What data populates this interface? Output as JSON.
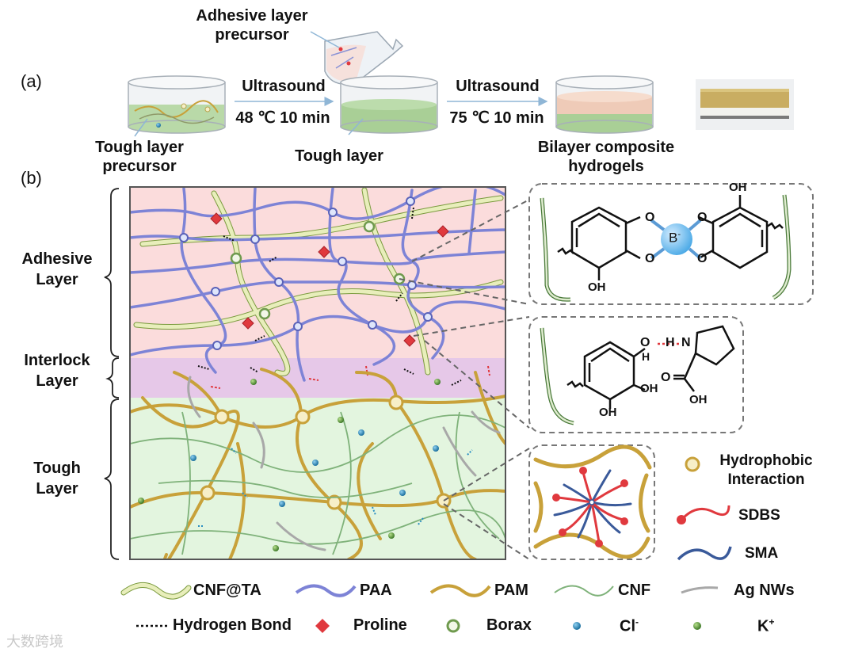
{
  "panel_a": "(a)",
  "panel_b": "(b)",
  "adhesive_precursor": [
    "Adhesive layer",
    "precursor"
  ],
  "tough_precursor": [
    "Tough layer",
    "precursor"
  ],
  "step1": {
    "method": "Ultrasound",
    "condition": "48 ℃ 10 min"
  },
  "step2": {
    "method": "Ultrasound",
    "condition": "75 ℃ 10 min"
  },
  "tough_layer": "Tough layer",
  "bilayer": [
    "Bilayer composite",
    "hydrogels"
  ],
  "layers": {
    "adhesive": [
      "Adhesive",
      "Layer"
    ],
    "interlock": [
      "Interlock",
      "Layer"
    ],
    "tough": [
      "Tough",
      "Layer"
    ]
  },
  "chem": {
    "O": "O",
    "OH": "OH",
    "B": "B",
    "B_charge": "-",
    "H": "H",
    "N": "N"
  },
  "micelle_legend": {
    "hydrophobic": [
      "Hydrophobic",
      "Interaction"
    ],
    "sdbs": "SDBS",
    "sma": "SMA"
  },
  "legend": {
    "cnf_ta": "CNF@TA",
    "paa": "PAA",
    "pam": "PAM",
    "cnf": "CNF",
    "ag": "Ag NWs",
    "hbond": "Hydrogen Bond",
    "proline": "Proline",
    "borax": "Borax",
    "cl": "Cl",
    "cl_sup": "-",
    "k": "K",
    "k_sup": "+"
  },
  "colors": {
    "adhesive_bg": "#fbdcdc",
    "interlock_bg": "#e6c8e8",
    "tough_bg": "#e3f5df",
    "paa": "#7d83d6",
    "pam": "#c8a13a",
    "cnf": "#7fb27a",
    "cnf_ta": "#e2ebb0",
    "proline": "#e0393e",
    "cl": "#2a8ec2",
    "k": "#6aa24b"
  },
  "watermark": "大数跨境"
}
